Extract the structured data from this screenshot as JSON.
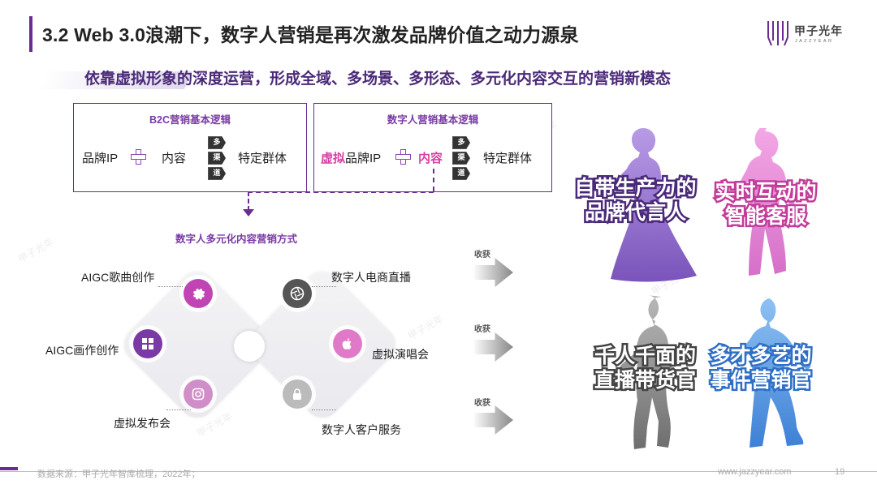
{
  "header": {
    "title": "3.2 Web 3.0浪潮下，数字人营销是再次激发品牌价值之动力源泉",
    "logo_cn": "甲子光年",
    "logo_en": "JAZZYEAR"
  },
  "subtitle": "依靠虚拟形象的深度运营，形成全域、多场景、多形态、多元化内容交互的营销新模态",
  "b2c_box": {
    "title": "B2C营销基本逻辑",
    "left": "品牌IP",
    "middle": "内容",
    "right": "特定群体",
    "channels": [
      "多",
      "渠",
      "道"
    ]
  },
  "digital_box": {
    "title": "数字人营销基本逻辑",
    "prefix_hl": "虚拟",
    "left": "品牌IP",
    "middle": "内容",
    "right": "特定群体",
    "channels": [
      "多",
      "渠",
      "道"
    ]
  },
  "method_title": "数字人多元化内容营销方式",
  "methods": [
    {
      "label": "AIGC歌曲创作",
      "icon": "gear-icon",
      "color": "#c044b4"
    },
    {
      "label": "AIGC画作创作",
      "icon": "windows-icon",
      "color": "#7a3aa5"
    },
    {
      "label": "虚拟发布会",
      "icon": "instagram-icon",
      "color": "#d08ec8"
    },
    {
      "label": "数字人电商直播",
      "icon": "aperture-icon",
      "color": "#555555"
    },
    {
      "label": "虚拟演唱会",
      "icon": "apple-icon",
      "color": "#e07ac8"
    },
    {
      "label": "数字人客户服务",
      "icon": "lock-icon",
      "color": "#bbbbbb"
    }
  ],
  "harvest_label": "收获",
  "outcomes": [
    {
      "line1": "自带生产力的",
      "line2": "品牌代言人",
      "color": "#8a5fc8"
    },
    {
      "line1": "实时互动的",
      "line2": "智能客服",
      "color": "#e389d6"
    },
    {
      "line1": "千人千面的",
      "line2": "直播带货官",
      "color": "#8d8d8d"
    },
    {
      "line1": "多才多艺的",
      "line2": "事件营销官",
      "color": "#4a90e2"
    }
  ],
  "footer": {
    "source": "数据来源：甲子光年智库梳理，2022年；",
    "url": "www.jazzyear.com",
    "page": "19"
  },
  "watermark": "甲子光年"
}
